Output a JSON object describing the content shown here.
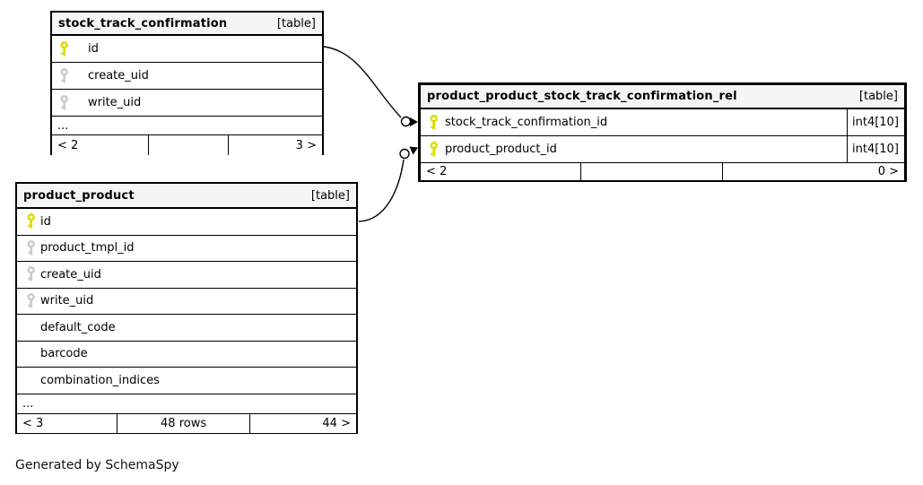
{
  "page": {
    "credit": "Generated by SchemaSpy"
  },
  "colors": {
    "primary_key_icon": "#dddd00",
    "foreign_key_icon": "#cccccc",
    "header_background": "#f5f5f5",
    "border_and_text": "#000000"
  },
  "tables": [
    {
      "name": "stock_track_confirmation",
      "badge": "[table]",
      "columns": [
        {
          "name": "id",
          "key": "primary"
        },
        {
          "name": "create_uid",
          "key": "foreign"
        },
        {
          "name": "write_uid",
          "key": "foreign"
        }
      ],
      "more_indicator": "...",
      "footer": {
        "left": "< 2",
        "center": "",
        "right": "3 >"
      }
    },
    {
      "name": "product_product_stock_track_confirmation_rel",
      "badge": "[table]",
      "columns": [
        {
          "name": "stock_track_confirmation_id",
          "key": "primary",
          "type": "int4[10]"
        },
        {
          "name": "product_product_id",
          "key": "primary",
          "type": "int4[10]"
        }
      ],
      "footer": {
        "left": "< 2",
        "center": "",
        "right": "0 >"
      }
    },
    {
      "name": "product_product",
      "badge": "[table]",
      "columns": [
        {
          "name": "id",
          "key": "primary"
        },
        {
          "name": "product_tmpl_id",
          "key": "foreign"
        },
        {
          "name": "create_uid",
          "key": "foreign"
        },
        {
          "name": "write_uid",
          "key": "foreign"
        },
        {
          "name": "default_code",
          "key": "none"
        },
        {
          "name": "barcode",
          "key": "none"
        },
        {
          "name": "combination_indices",
          "key": "none"
        }
      ],
      "more_indicator": "...",
      "footer": {
        "left": "< 3",
        "center": "48 rows",
        "right": "44 >"
      }
    }
  ],
  "relationships": [
    {
      "from": "stock_track_confirmation.id",
      "to": "product_product_stock_track_confirmation_rel.stock_track_confirmation_id"
    },
    {
      "from": "product_product.id",
      "to": "product_product_stock_track_confirmation_rel.product_product_id"
    }
  ]
}
